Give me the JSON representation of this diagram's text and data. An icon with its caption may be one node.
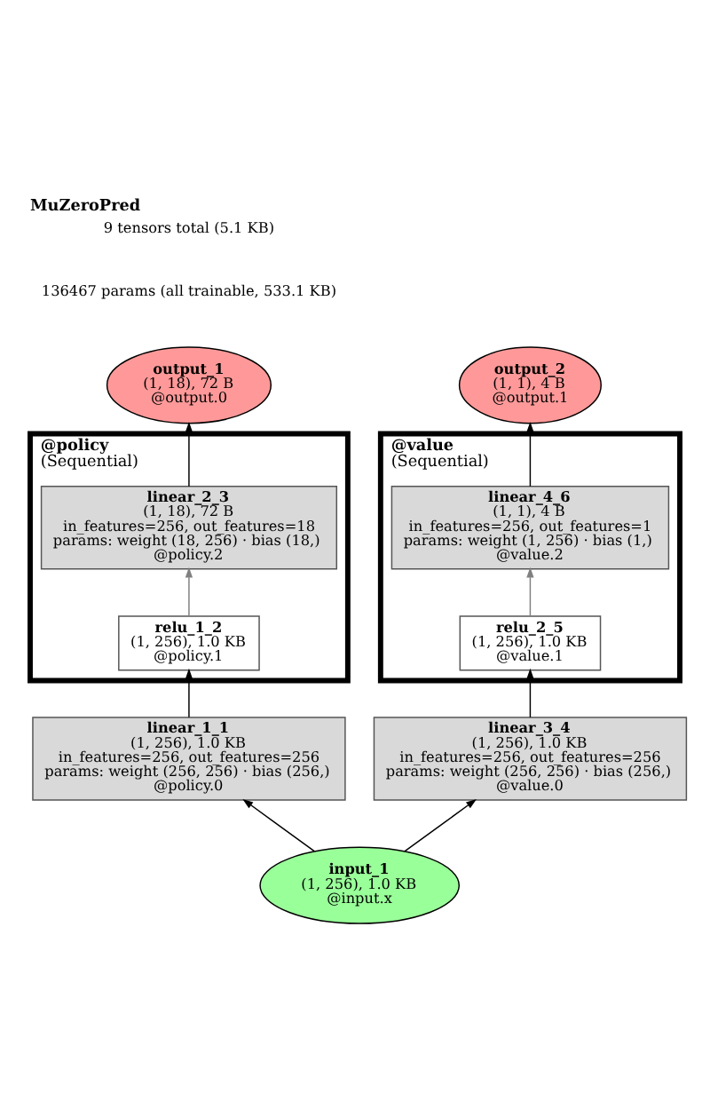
{
  "diagram": {
    "title": "MuZeroPred",
    "nodes": [
      {
        "text": [
          "output_2",
          "(1, 1), 4 B",
          "@output.1"
        ]
      },
      {
        "text": [
          "@value",
          "(Sequential)"
        ]
      },
      {
        "text": [
          "output_1",
          "(1, 18), 72 B",
          "@output.0"
        ]
      },
      {
        "text": [
          "linear_4_6",
          "(1, 1), 4 B",
          "in_features=256, out_features=1",
          "params: weight (1, 256) · bias (1,)",
          "@value.2"
        ],
        "in": 1
      },
      {
        "text": [
          "@policy",
          "(Sequential)"
        ]
      },
      {
        "text": [
          "linear_2_3",
          "(1, 18), 72 B",
          "in_features=256, out_features=18",
          "params: weight (18, 256) · bias (18,)",
          "@policy.2"
        ],
        "in": 4
      },
      {
        "text": [
          "relu_2_5",
          "(1, 256), 1.0 KB",
          "@value.1"
        ],
        "in": 1
      },
      {
        "text": [
          "relu_1_2",
          "(1, 256), 1.0 KB",
          "@policy.1"
        ],
        "in": 4
      },
      {
        "text": [
          "linear_1_1",
          "(1, 256), 1.0 KB",
          "in_features=256, out_features=256",
          "params: weight (256, 256) · bias (256,)",
          "@policy.0"
        ]
      },
      {
        "text": [
          "linear_3_4",
          "(1, 256), 1.0 KB",
          "in_features=256, out_features=256",
          "params: weight (256, 256) · bias (256,)",
          "@value.0"
        ]
      },
      {
        "text": [
          "input_1",
          "(1, 256), 1.0 KB",
          "@input.x"
        ]
      }
    ],
    "edges": [
      {
        "from": 10,
        "to": 8,
        "arrow": "to"
      },
      {
        "from": 10,
        "to": 9,
        "arrow": "to"
      },
      {
        "from": 8,
        "to": 7,
        "arrow": "to"
      },
      {
        "from": 9,
        "to": 6,
        "arrow": "to"
      },
      {
        "from": 7,
        "to": 5,
        "arrow": "to",
        "color": "#808080"
      },
      {
        "from": 6,
        "to": 3,
        "arrow": "to",
        "color": "#808080"
      },
      {
        "from": 5,
        "to": 2,
        "arrow": "to"
      },
      {
        "from": 3,
        "to": 0,
        "arrow": "to"
      }
    ],
    "labels": [
      "9 tensors total (5.1 KB)",
      "136467 params (all trainable, 533.1 KB)"
    ]
  }
}
